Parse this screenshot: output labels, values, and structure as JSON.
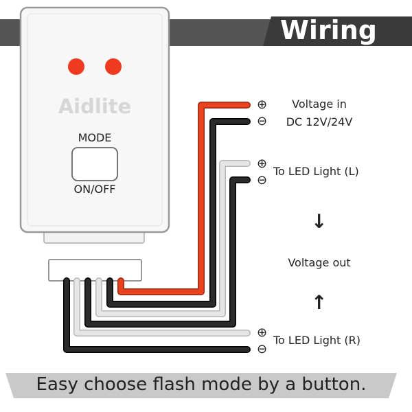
{
  "header": {
    "title": "Wiring"
  },
  "device": {
    "brand": "Aidlite",
    "mode_label": "MODE",
    "onoff_label": "ON/OFF",
    "led_color": "#ee3a1f"
  },
  "wires": {
    "plus_symbol": "⊕",
    "minus_symbol": "⊖",
    "red_color": "#e8421f",
    "black_color": "#2b2b2b",
    "white_color": "#e6e6e6"
  },
  "labels": {
    "voltage_in_line1": "Voltage in",
    "voltage_in_line2": "DC 12V/24V",
    "led_left": "To LED Light (L)",
    "voltage_out": "Voltage out",
    "led_right": "To LED Light (R)",
    "arrow_down": "↓",
    "arrow_up": "↑"
  },
  "footer": {
    "caption": "Easy choose flash mode by a button."
  }
}
